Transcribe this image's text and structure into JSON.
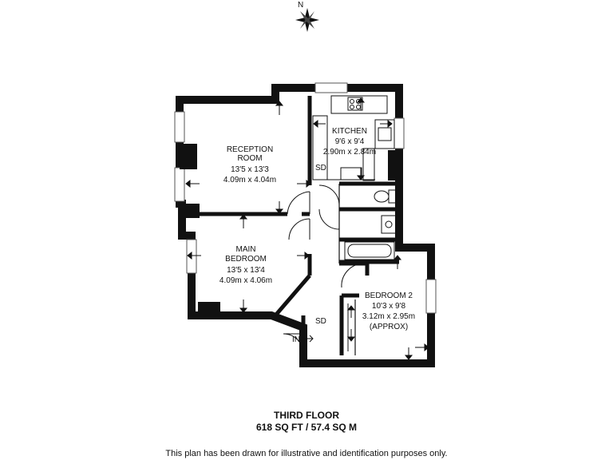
{
  "compass": {
    "label": "N",
    "icon": "compass-rose-icon"
  },
  "rooms": {
    "reception": {
      "name1": "RECEPTION",
      "name2": "ROOM",
      "imperial": "13'5 x 13'3",
      "metric": "4.09m x 4.04m"
    },
    "kitchen": {
      "name": "KITCHEN",
      "imperial": "9'6 x 9'4",
      "metric": "2.90m x 2.84m"
    },
    "main_bedroom": {
      "name1": "MAIN",
      "name2": "BEDROOM",
      "imperial": "13'5 x 13'4",
      "metric": "4.09m x 4.06m"
    },
    "bedroom2": {
      "name": "BEDROOM 2",
      "imperial": "10'3 x 9'8",
      "metric": "3.12m x 2.95m",
      "note": "(APPROX)"
    }
  },
  "labels": {
    "sd": "SD",
    "entrance": "IN"
  },
  "floor": {
    "name": "THIRD FLOOR",
    "area": "618 SQ FT / 57.4 SQ M"
  },
  "disclaimer": "This plan has been drawn for illustrative and identification purposes only."
}
